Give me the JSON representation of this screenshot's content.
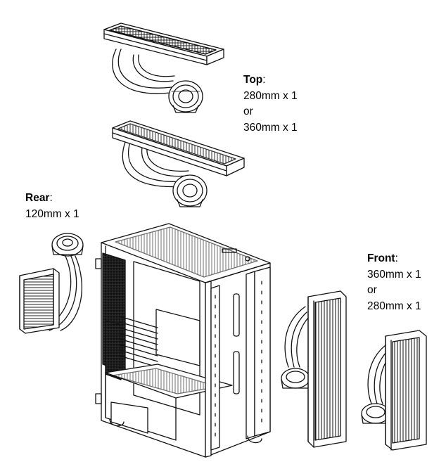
{
  "labels": {
    "top": {
      "heading": "Top",
      "lines": [
        "280mm x 1",
        "or",
        "360mm x 1"
      ]
    },
    "rear": {
      "heading": "Rear",
      "lines": [
        "120mm x 1"
      ]
    },
    "front": {
      "heading": "Front",
      "lines": [
        "360mm x 1",
        "or",
        "280mm x 1"
      ]
    }
  },
  "colors": {
    "line": "#000000",
    "background": "#ffffff"
  }
}
